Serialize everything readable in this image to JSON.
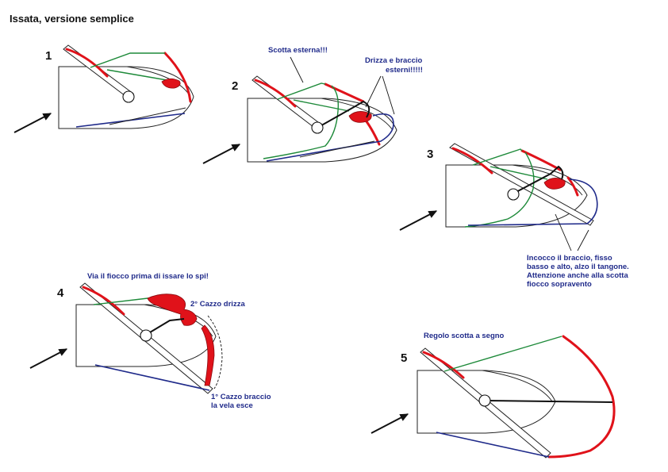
{
  "title": "Issata, versione semplice",
  "steps": [
    {
      "number": "1"
    },
    {
      "number": "2"
    },
    {
      "number": "3"
    },
    {
      "number": "4"
    },
    {
      "number": "5"
    }
  ],
  "annotations": {
    "scotta_esterna": "Scotta esterna!!!",
    "drizza_line1": "Drizza e braccio",
    "drizza_line2": "esterni!!!!!",
    "incocco_line1": "Incocco il braccio, fisso",
    "incocco_line2": "basso e alto, alzo il tangone.",
    "incocco_line3": "Attenzione anche alla scotta",
    "incocco_line4": "fiocco sopravento",
    "via_fiocco": "Via il fiocco prima di issare lo spi!",
    "cazzo_drizza": "2° Cazzo drizza",
    "cazzo_braccio_line1": "1° Cazzo braccio",
    "cazzo_braccio_line2": "la vela esce",
    "regolo": "Regolo scotta a segno"
  },
  "colors": {
    "spinnaker_red": "#e0121a",
    "sheet_green": "#1e8a3a",
    "guy_blue": "#1f2a8a",
    "text_blue": "#1f2a8a"
  }
}
